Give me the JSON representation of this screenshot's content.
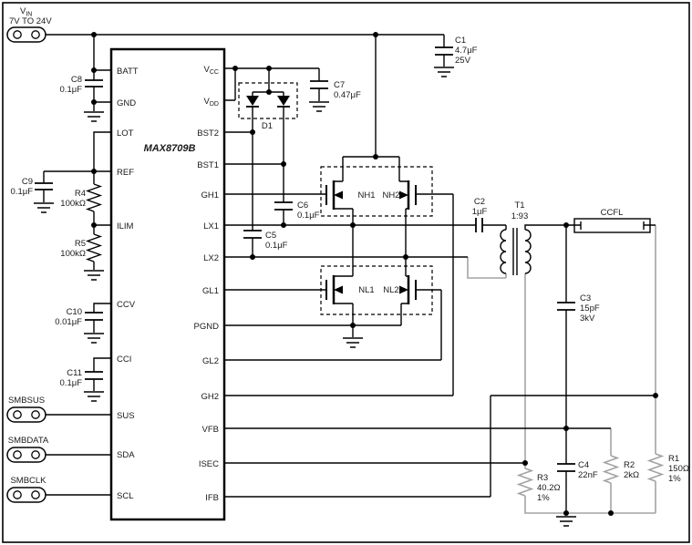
{
  "input": {
    "base": "V",
    "sub": "IN",
    "range": "7V TO 24V"
  },
  "smbus": {
    "sus": "SMBSUS",
    "data": "SMBDATA",
    "clk": "SMBCLK"
  },
  "ic": {
    "name": "MAX8709B",
    "pins_left": [
      "BATT",
      "GND",
      "LOT",
      "REF",
      "ILIM",
      "CCV",
      "CCI",
      "SUS",
      "SDA",
      "SCL"
    ],
    "vcc": {
      "base": "V",
      "sub": "CC"
    },
    "vdd": {
      "base": "V",
      "sub": "DD"
    },
    "pins_right": [
      "BST2",
      "BST1",
      "GH1",
      "LX1",
      "LX2",
      "GL1",
      "PGND",
      "GL2",
      "GH2",
      "VFB",
      "ISEC",
      "IFB"
    ]
  },
  "components": {
    "c1": {
      "ref": "C1",
      "value": "4.7μF",
      "rating": "25V"
    },
    "c2": {
      "ref": "C2",
      "value": "1μF"
    },
    "c3": {
      "ref": "C3",
      "value": "15pF",
      "rating": "3kV"
    },
    "c4": {
      "ref": "C4",
      "value": "22nF"
    },
    "c5": {
      "ref": "C5",
      "value": "0.1μF"
    },
    "c6": {
      "ref": "C6",
      "value": "0.1μF"
    },
    "c7": {
      "ref": "C7",
      "value": "0.47μF"
    },
    "c8": {
      "ref": "C8",
      "value": "0.1μF"
    },
    "c9": {
      "ref": "C9",
      "value": "0.1μF"
    },
    "c10": {
      "ref": "C10",
      "value": "0.01μF"
    },
    "c11": {
      "ref": "C11",
      "value": "0.1μF"
    },
    "r1": {
      "ref": "R1",
      "value": "150Ω",
      "tol": "1%"
    },
    "r2": {
      "ref": "R2",
      "value": "2kΩ"
    },
    "r3": {
      "ref": "R3",
      "value": "40.2Ω",
      "tol": "1%"
    },
    "r4": {
      "ref": "R4",
      "value": "100kΩ"
    },
    "r5": {
      "ref": "R5",
      "value": "100kΩ"
    },
    "d1": {
      "ref": "D1"
    },
    "t1": {
      "ref": "T1",
      "ratio": "1:93"
    },
    "nh1": {
      "ref": "NH1"
    },
    "nh2": {
      "ref": "NH2"
    },
    "nl1": {
      "ref": "NL1"
    },
    "nl2": {
      "ref": "NL2"
    },
    "ccfl": {
      "ref": "CCFL"
    }
  },
  "colors": {
    "wire": "#000000",
    "secondary_wire": "#a3a3a3",
    "text": "#1a1a1a"
  }
}
